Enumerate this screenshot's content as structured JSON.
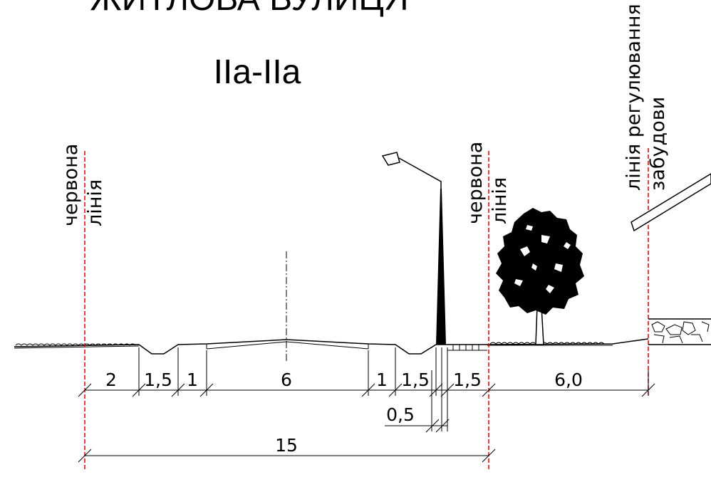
{
  "title": "ЖИТЛОВА ВУЛИЦЯ",
  "section_label": "IIa-IIa",
  "labels": {
    "red_line_word1": "червона",
    "red_line_word2": "лінія",
    "building_line_word1": "лінія регулювання",
    "building_line_word2": "забудови"
  },
  "dimensions": {
    "d_2": "2",
    "d_15_left": "1,5",
    "d_1_left": "1",
    "d_6": "6",
    "d_1_right": "1",
    "d_15_right": "1,5",
    "d_15_walk": "1,5",
    "d_60": "6,0",
    "d_05": "0,5",
    "d_total": "15"
  },
  "colors": {
    "red_line": "#e00000",
    "ink": "#000000"
  }
}
